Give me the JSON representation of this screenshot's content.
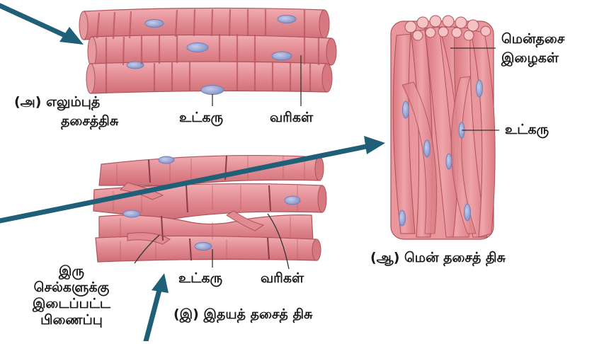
{
  "skeletal": {
    "caption_line1": "(அ) எலும்புத்",
    "caption_line2": "தசைத்திசு",
    "nucleus_label": "உட்கரு",
    "striations_label": "வரிகள்"
  },
  "smooth": {
    "fibers_label_line1": "மென்தசை",
    "fibers_label_line2": "இழைகள்",
    "nucleus_label": "உட்கரு",
    "caption": "(ஆ) மென் தசைத் திசு"
  },
  "cardiac": {
    "disc_label_line1": "இரு",
    "disc_label_line2": "செல்களுக்கு",
    "disc_label_line3": "இடைப்பட்ட",
    "disc_label_line4": "பிணைப்பு",
    "nucleus_label": "உட்கரு",
    "striations_label": "வரிகள்",
    "caption": "(இ) இதயத் தசைத் திசு"
  },
  "colors": {
    "fiber_fill": "#e8949a",
    "fiber_stroke": "#b0525a",
    "band": "#bb5560",
    "nucleus": "#8f9ccc",
    "arrow": "#1f5f78",
    "leader": "#333333"
  },
  "icons": [
    "arrow-skeletal",
    "arrow-smooth",
    "arrow-cardiac"
  ]
}
